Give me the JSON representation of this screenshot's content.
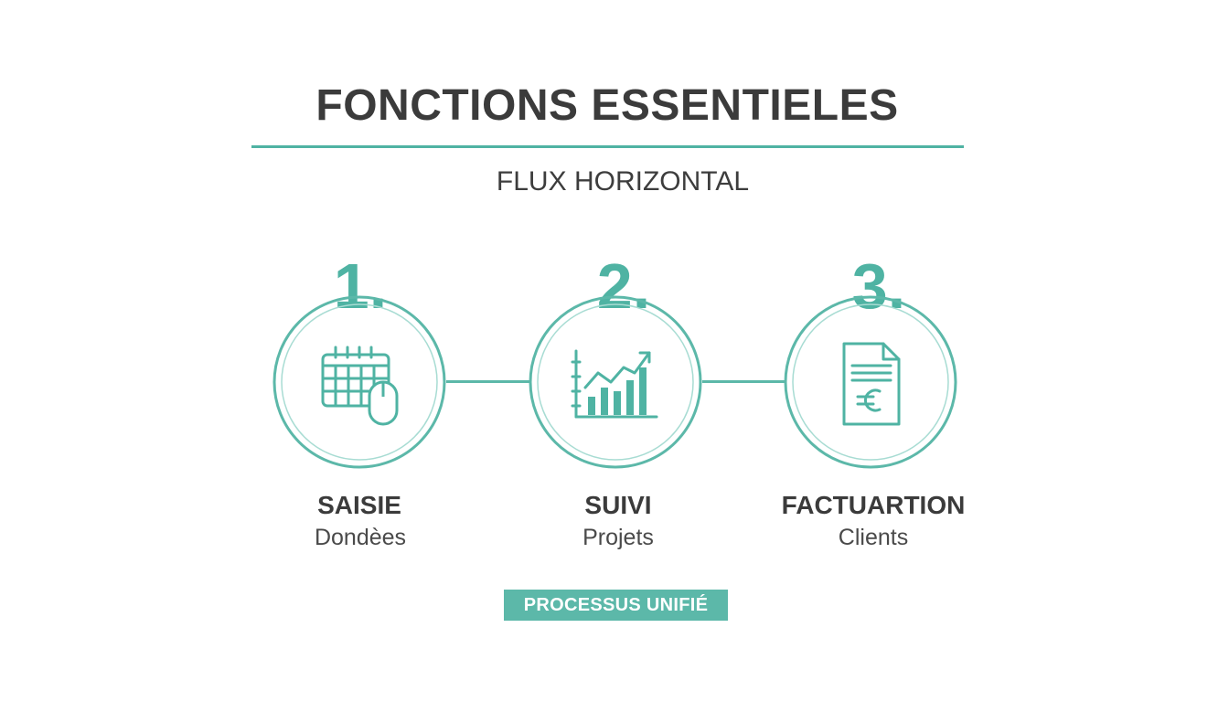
{
  "title": "FONCTIONS ESSENTIELES",
  "subtitle": "FLUX HORIZONTAL",
  "steps": [
    {
      "number": "1.",
      "name": "SAISIE",
      "sub": "Dondèes",
      "icon": "calendar-mouse-icon"
    },
    {
      "number": "2.",
      "name": "SUIVI",
      "sub": "Projets",
      "icon": "bar-chart-trend-icon"
    },
    {
      "number": "3.",
      "name": "FACTUARTION",
      "sub": "Clients",
      "icon": "euro-invoice-icon"
    }
  ],
  "badge": "PROCESSUS UNIFIÉ",
  "colors": {
    "accent": "#4fb3a3",
    "text": "#3b3b3b",
    "background": "#ffffff"
  }
}
